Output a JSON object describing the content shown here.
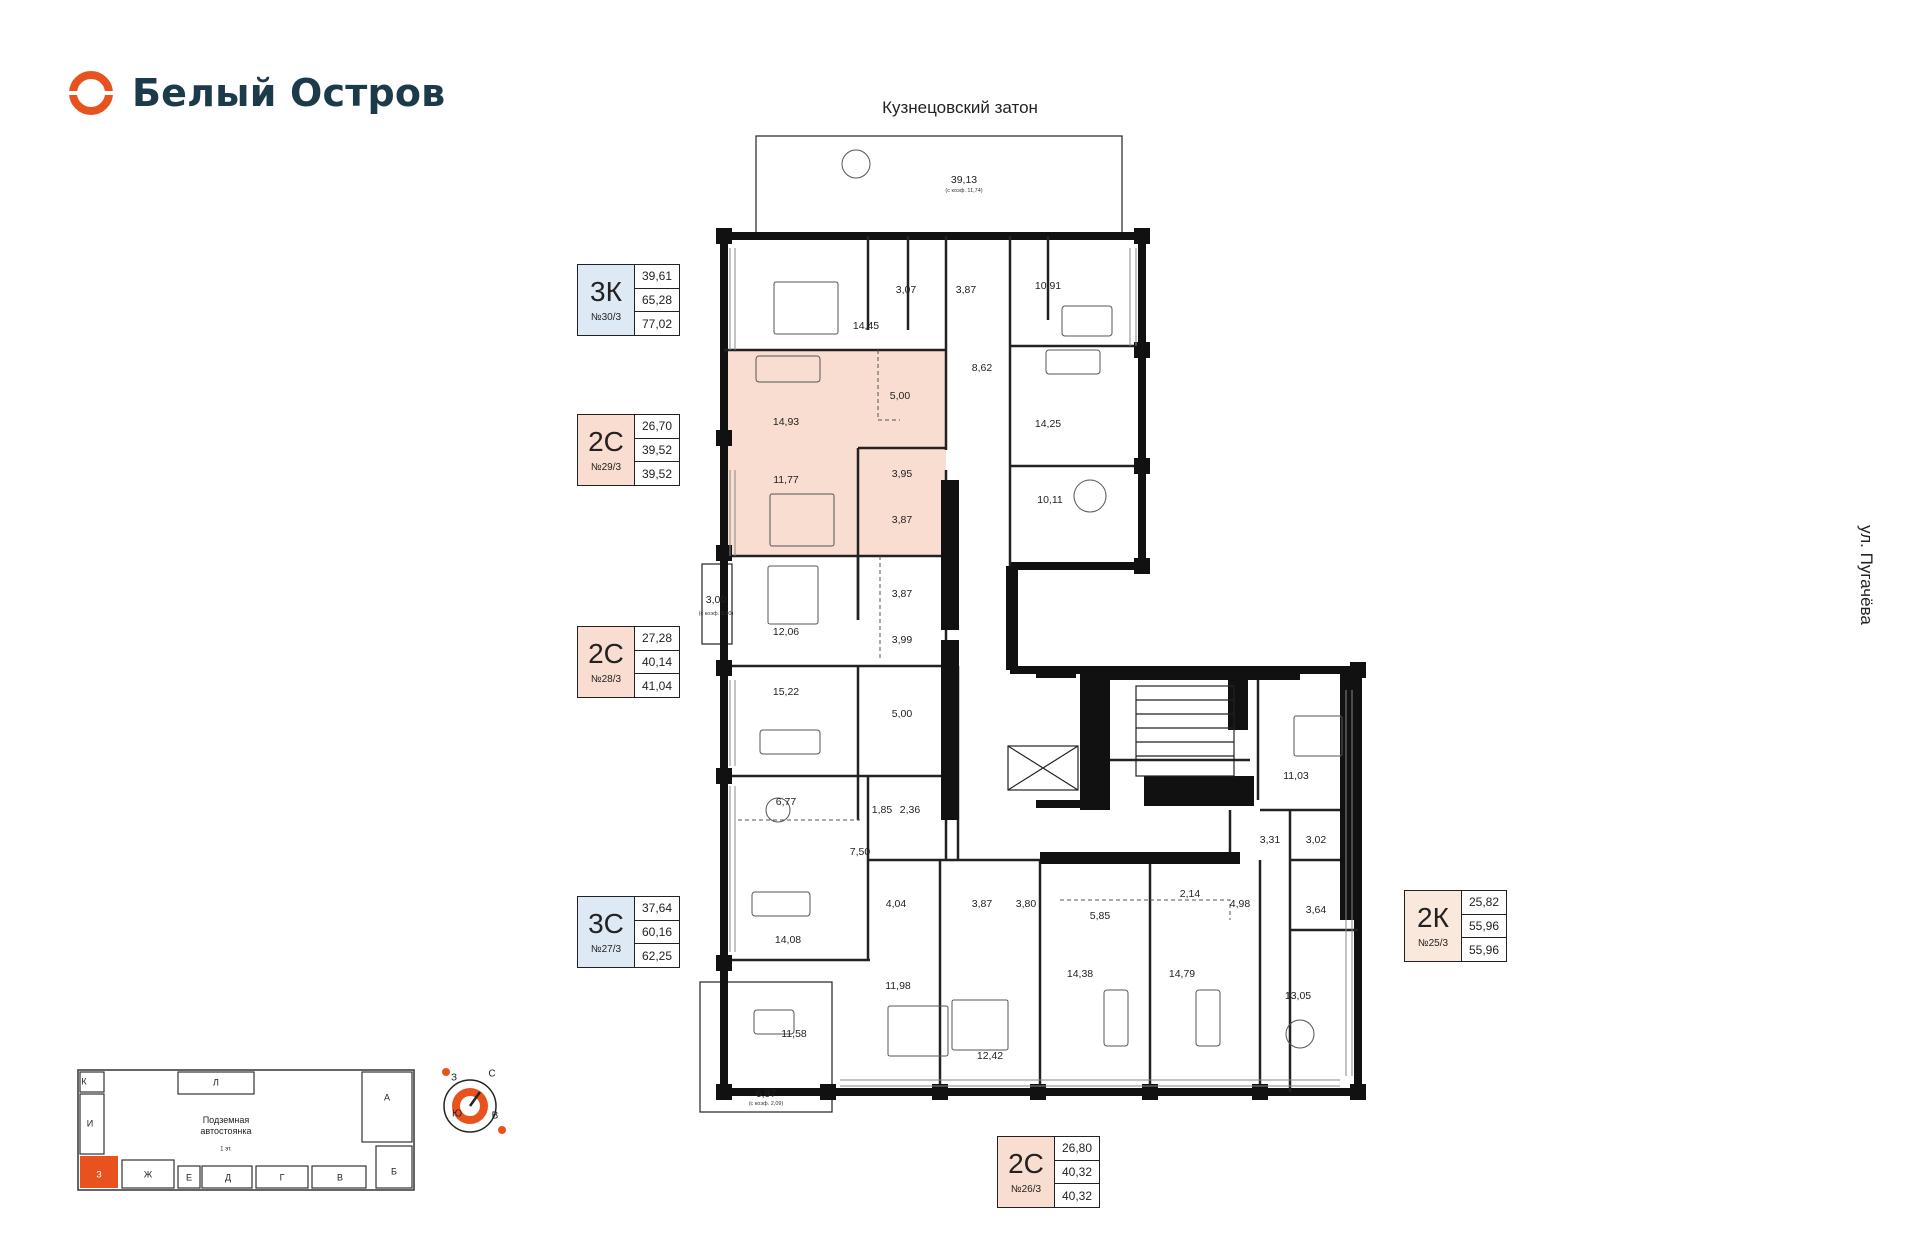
{
  "brand": {
    "name": "Белый Остров",
    "accent_color": "#e8521f",
    "logo_icon": "orange-ring-logo"
  },
  "title_top": "Кузнецовский затон",
  "street": "ул. Пугачёва",
  "colors": {
    "highlight_fill": "#f8ddd0",
    "wall": "#111111",
    "line": "#222222",
    "marker_orange": "#e8521f"
  },
  "cards": [
    {
      "id": "c1",
      "type": "3К",
      "number": "№30/3",
      "values": [
        "39,61",
        "65,28",
        "77,02"
      ],
      "fill": "#dde9f5"
    },
    {
      "id": "c2",
      "type": "2С",
      "number": "№29/3",
      "values": [
        "26,70",
        "39,52",
        "39,52"
      ],
      "fill": "#f8ddd0"
    },
    {
      "id": "c3",
      "type": "2С",
      "number": "№28/3",
      "values": [
        "27,28",
        "40,14",
        "41,04"
      ],
      "fill": "#f8ddd0"
    },
    {
      "id": "c4",
      "type": "3С",
      "number": "№27/3",
      "values": [
        "37,64",
        "60,16",
        "62,25"
      ],
      "fill": "#dde9f5"
    },
    {
      "id": "c5",
      "type": "2С",
      "number": "№26/3",
      "values": [
        "26,80",
        "40,32",
        "40,32"
      ],
      "fill": "#f8ddd0"
    },
    {
      "id": "c6",
      "type": "2К",
      "number": "№25/3",
      "values": [
        "25,82",
        "55,96",
        "55,96"
      ],
      "fill": "#fbe8dc"
    }
  ],
  "rooms": {
    "r1": "39,13",
    "r1sub": "(с коэф. 11,74)",
    "r2": "14,45",
    "r3": "3,07",
    "r4": "3,87",
    "r5": "10,91",
    "r6": "8,62",
    "r7": "14,93",
    "r8": "5,00",
    "r9": "14,25",
    "r10": "11,77",
    "r11": "3,95",
    "r12": "3,87",
    "r13": "10,11",
    "r14": "3,00",
    "r14sub": "(с коэф. 0,90)",
    "r15": "12,06",
    "r16": "3,87",
    "r17": "3,99",
    "r18": "15,22",
    "r19": "5,00",
    "r20": "11,03",
    "r21": "6,77",
    "r22": "1,85",
    "r23": "2,36",
    "r24": "7,50",
    "r25": "3,31",
    "r26": "3,02",
    "r27": "2,14",
    "r28": "4,98",
    "r29": "4,04",
    "r30": "3,87",
    "r31": "3,80",
    "r32": "5,85",
    "r33": "3,64",
    "r34": "14,08",
    "r35": "11,98",
    "r36": "14,38",
    "r37": "14,79",
    "r38": "13,05",
    "r39": "11,58",
    "r40": "12,42",
    "r41": "6,97",
    "r41sub": "(с коэф. 2,09)"
  },
  "site_map": {
    "sections": [
      "К",
      "Л",
      "А",
      "И",
      "Б",
      "З",
      "Ж",
      "Е",
      "Д",
      "Г",
      "В"
    ],
    "active_section": "З",
    "parking": "Подземная автостоянка",
    "level": "1 эт."
  },
  "compass": {
    "labels": [
      "З",
      "С",
      "Ю",
      "В"
    ]
  }
}
